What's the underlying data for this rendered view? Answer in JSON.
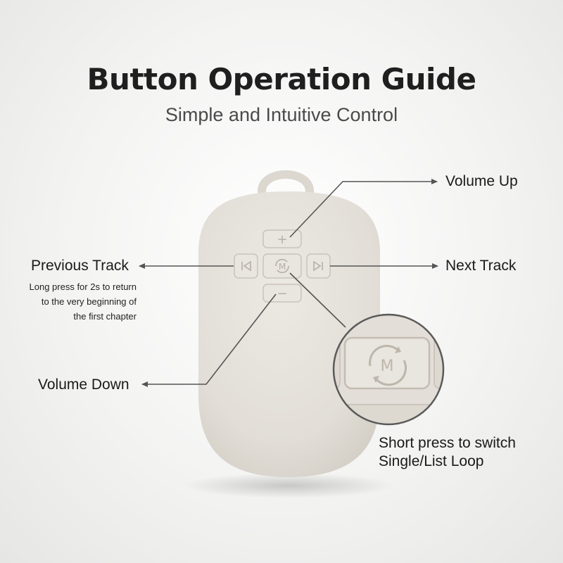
{
  "header": {
    "title": "Button Operation Guide",
    "subtitle": "Simple and Intuitive Control"
  },
  "buttons": {
    "plus_glyph": "+",
    "minus_glyph": "−",
    "mode_glyph": "M"
  },
  "callouts": {
    "volume_up": "Volume Up",
    "previous_track": "Previous Track",
    "previous_track_note": [
      "Long press for 2s to return",
      "to the very beginning of",
      "the first chapter"
    ],
    "next_track": "Next Track",
    "volume_down": "Volume Down",
    "mode_note": [
      "Short press to switch",
      "Single/List Loop"
    ]
  },
  "colors": {
    "device_body": "#e4e0d9",
    "device_shade": "#d3cec5",
    "button_face": "#e9e5df",
    "button_outline": "#c9c3ba",
    "glyph": "#b7b0a6",
    "leader_line": "#555555"
  }
}
